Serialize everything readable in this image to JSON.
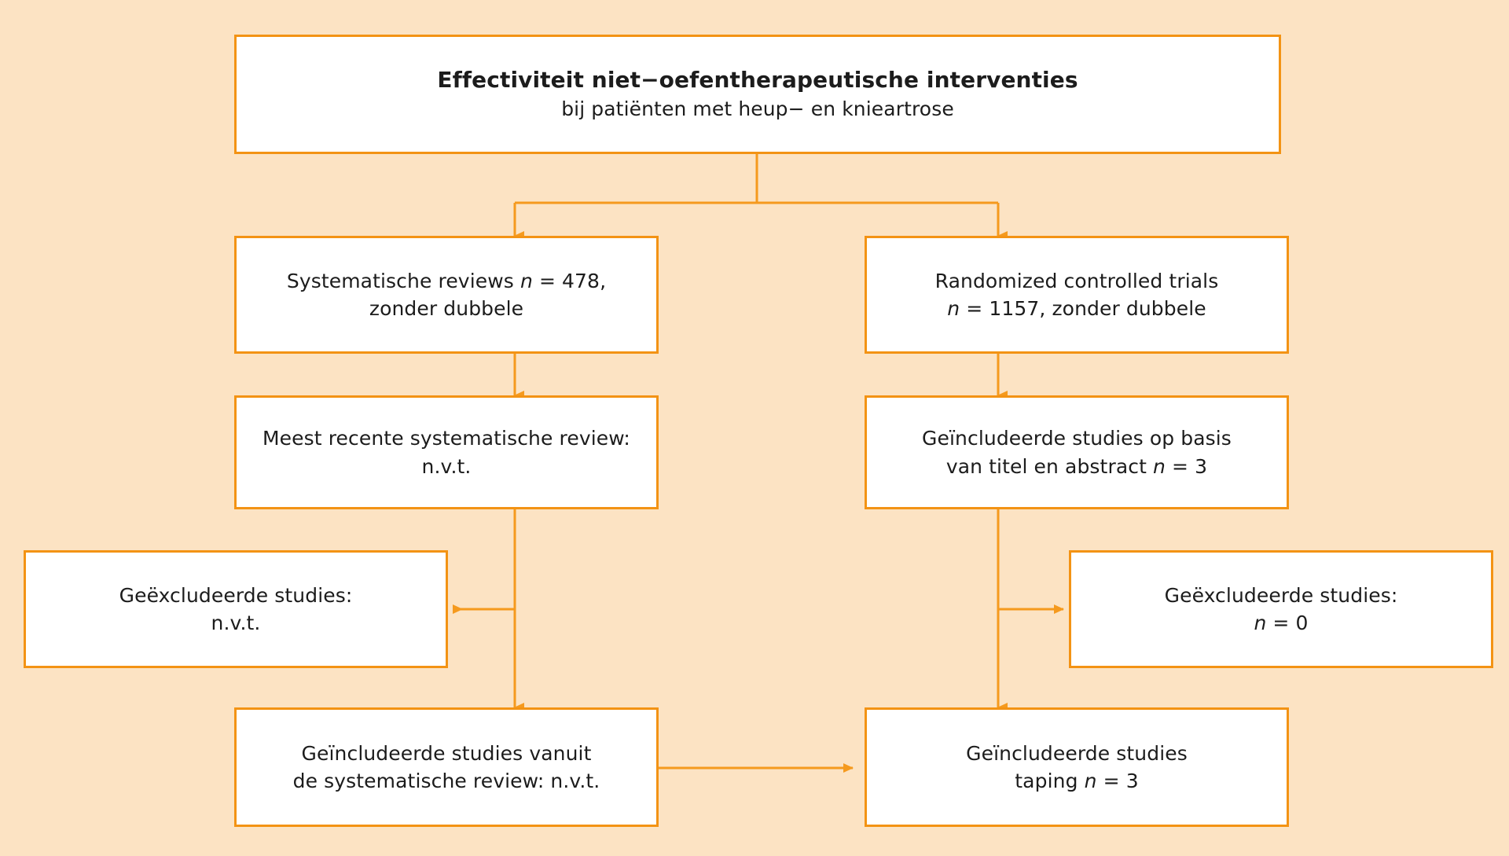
{
  "diagram": {
    "type": "flowchart",
    "language": "nl",
    "background_color": "#fce3c3",
    "box_fill_color": "#ffffff",
    "border_color": "#f39314",
    "connector_color": "#f39314",
    "text_color": "#1c1c1c",
    "title_box": {
      "name": "title-box",
      "line1": "Effectiviteit niet−oefentherapeutische interventies",
      "line2": "bij patiënten met heup− en knieartrose"
    },
    "nodes": [
      {
        "id": "systematic-reviews",
        "line1_a": "Systematische reviews ",
        "line1_n": "n",
        "line1_b": " = 478,",
        "line2": "zonder dubbele"
      },
      {
        "id": "randomized-controlled-trials",
        "line1_a": "Randomized controlled trials",
        "line1_n": "",
        "line1_b": "",
        "line2_a": "",
        "line2_n": "n",
        "line2_b": " = 1157, zonder dubbele"
      },
      {
        "id": "most-recent-systematic-review",
        "line1": "Meest recente systematische review:",
        "line2": "n.v.t."
      },
      {
        "id": "included-title-abstract",
        "line1": "Geïncludeerde studies op basis",
        "line2_a": "van titel en abstract ",
        "line2_n": "n",
        "line2_b": " = 3"
      },
      {
        "id": "excluded-left",
        "line1": "Geëxcludeerde studies:",
        "line2": "n.v.t."
      },
      {
        "id": "excluded-right",
        "line1": "Geëxcludeerde studies:",
        "line2_n": "n",
        "line2_b": " = 0"
      },
      {
        "id": "included-from-review",
        "line1": "Geïncludeerde studies vanuit",
        "line2": "de systematische review: n.v.t."
      },
      {
        "id": "included-taping",
        "line1": "Geïncludeerde studies",
        "line2_a": "taping ",
        "line2_n": "n",
        "line2_b": " = 3"
      }
    ]
  }
}
